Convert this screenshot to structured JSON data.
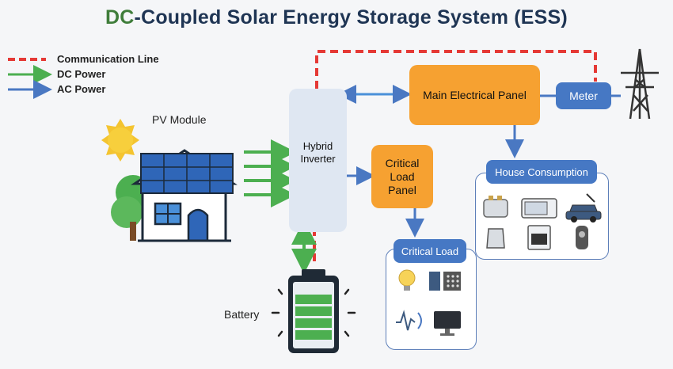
{
  "title": {
    "highlight": "DC",
    "rest": "-Coupled Solar Energy Storage System (ESS)"
  },
  "legend": [
    {
      "label": "Communication Line",
      "color": "#e53935",
      "style": "dashed"
    },
    {
      "label": "DC Power",
      "color": "#4caf50",
      "style": "arrow"
    },
    {
      "label": "AC Power",
      "color": "#4a78c2",
      "style": "arrow"
    }
  ],
  "labels": {
    "pv_module": "PV Module",
    "hybrid_inverter": "Hybrid Inverter",
    "main_panel": "Main Electrical Panel",
    "meter": "Meter",
    "critical_panel": "Critical Load Panel",
    "house_consumption": "House Consumption",
    "critical_load": "Critical Load",
    "battery": "Battery"
  },
  "icons": {
    "house_consumption": [
      "toaster-icon",
      "microwave-icon",
      "electric-car-icon",
      "kettle-icon",
      "oven-icon",
      "shaver-icon"
    ],
    "critical_load": [
      "light-bulb-icon",
      "security-keypad-icon",
      "wifi-signal-icon",
      "monitor-icon"
    ]
  },
  "colors": {
    "title": "#1f3554",
    "title_highlight": "#3f7d3a",
    "panel_orange": "#f6a131",
    "accent_blue": "#4678c4"
  }
}
